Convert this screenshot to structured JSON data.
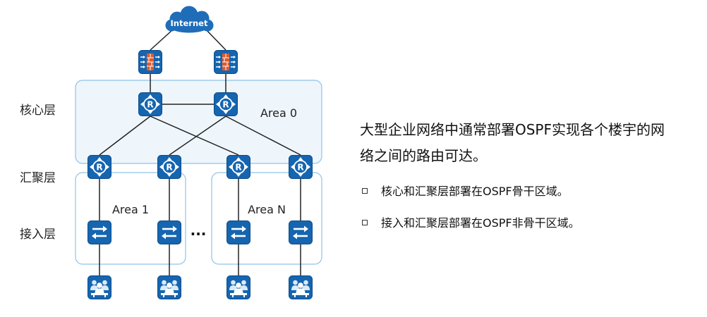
{
  "diagram": {
    "internet": "Internet",
    "areas": {
      "area0": "Area 0",
      "area1": "Area 1",
      "areaN": "Area N"
    },
    "layers": {
      "core": "核心层",
      "aggregation": "汇聚层",
      "access": "接入层"
    },
    "ellipsis": "...",
    "router_letter": "R"
  },
  "description": {
    "lines": [
      "大型企业网络中通常部署OSPF实现各个楼宇的网",
      "络之间的路由可达。"
    ],
    "bullets": [
      "核心和汇聚层部署在OSPF骨干区域。",
      "接入和汇聚层部署在OSPF非骨干区域。"
    ]
  },
  "colors": {
    "device_blue": "#1565b0",
    "device_border": "#0d4c8a",
    "cloud_blue": "#1f6db8",
    "area_border": "#8ec4e8",
    "area0_fill": "#eef6fc",
    "firewall_brick": "#e05a2b",
    "link": "#222222"
  },
  "icons": {
    "cloud": "cloud-icon",
    "firewall": "firewall-icon",
    "router": "router-icon",
    "switch": "switch-icon",
    "users": "user-group-icon",
    "bullet": "square-bullet-icon"
  }
}
